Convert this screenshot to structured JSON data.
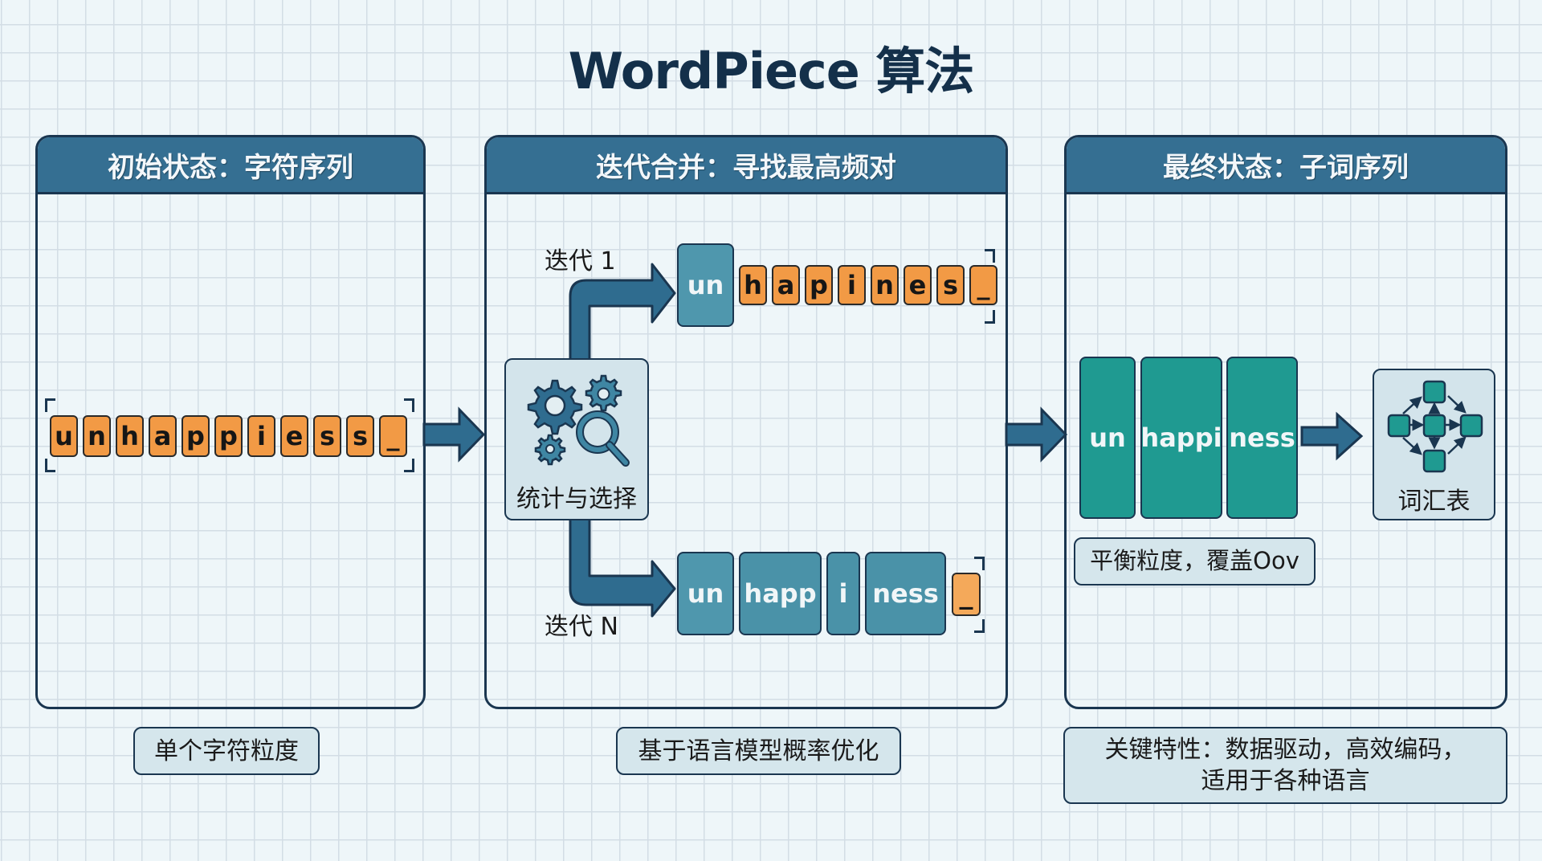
{
  "title": "WordPiece 算法",
  "panels": {
    "initial": {
      "header": "初始状态：字符序列",
      "chars": [
        "u",
        "n",
        "h",
        "a",
        "p",
        "p",
        "i",
        "e",
        "s",
        "s",
        "_"
      ],
      "caption": "单个字符粒度"
    },
    "merge": {
      "header": "迭代合并：寻找最高频对",
      "process_label": "统计与选择",
      "iteration_1": {
        "label": "迭代 1",
        "merged_token": "un",
        "chars": [
          "h",
          "a",
          "p",
          "i",
          "n",
          "e",
          "s",
          "_"
        ]
      },
      "iteration_n": {
        "label": "迭代 N",
        "tokens": [
          "un",
          "happ",
          "i",
          "ness"
        ],
        "trailing_char": "_"
      },
      "caption": "基于语言模型概率优化"
    },
    "final": {
      "header": "最终状态：子词序列",
      "tokens": [
        "un",
        "happi",
        "ness"
      ],
      "vocab_label": "词汇表",
      "note": "平衡粒度，覆盖Oov",
      "caption_line1": "关键特性：数据驱动，高效编码，",
      "caption_line2": "适用于各种语言"
    }
  },
  "colors": {
    "header_blue": "#356f92",
    "outline": "#1a3650",
    "char_orange": "#f29a45",
    "token_blue": "#4f97ad",
    "token_teal": "#1f9a91",
    "arrow_blue": "#2f6c8f",
    "background": "#eef6f9"
  }
}
